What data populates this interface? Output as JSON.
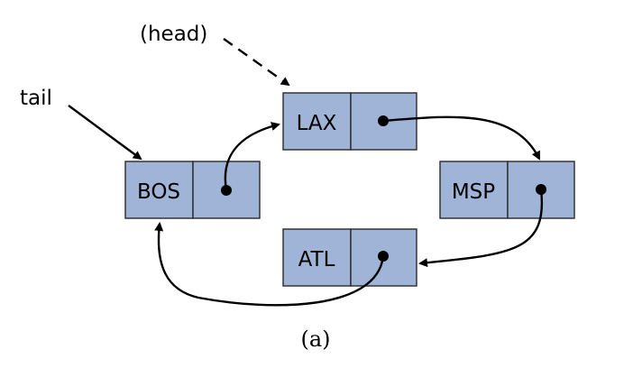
{
  "diagram": {
    "caption": "(a)",
    "pointer_labels": {
      "head": "(head)",
      "tail": "tail"
    },
    "nodes": [
      {
        "id": "lax",
        "label": "LAX"
      },
      {
        "id": "msp",
        "label": "MSP"
      },
      {
        "id": "atl",
        "label": "ATL"
      },
      {
        "id": "bos",
        "label": "BOS"
      }
    ],
    "links": [
      {
        "from": "lax",
        "to": "msp"
      },
      {
        "from": "msp",
        "to": "atl"
      },
      {
        "from": "atl",
        "to": "bos"
      },
      {
        "from": "bos",
        "to": "lax"
      }
    ],
    "colors": {
      "node_fill": "#9fb4d6",
      "node_border": "#2a2a2a",
      "arrow": "#000000"
    }
  }
}
